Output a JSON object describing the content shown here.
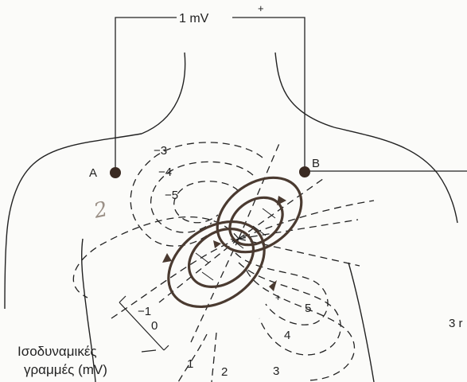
{
  "voltage_label": "1 mV",
  "plus_sign": "+",
  "electrode_a": "A",
  "electrode_b": "B",
  "isopotential_values": {
    "neg3": "−3",
    "neg4": "−4",
    "neg5": "−5",
    "neg1": "−1",
    "zero": "0",
    "pos5": "5",
    "pos4": "4",
    "pos3": "3",
    "pos1": "1",
    "pos2": "2",
    "plus_inner": "+"
  },
  "right_cut_label": "3 r",
  "caption_line1": "Ισοδυναμικές",
  "caption_line2": "γραμμές (mV)",
  "handwritten_mark": "2",
  "colors": {
    "ink": "#222222",
    "loop_ink": "#4a3a30",
    "paper": "#fbfbf9",
    "pencil": "#9a8f86"
  }
}
